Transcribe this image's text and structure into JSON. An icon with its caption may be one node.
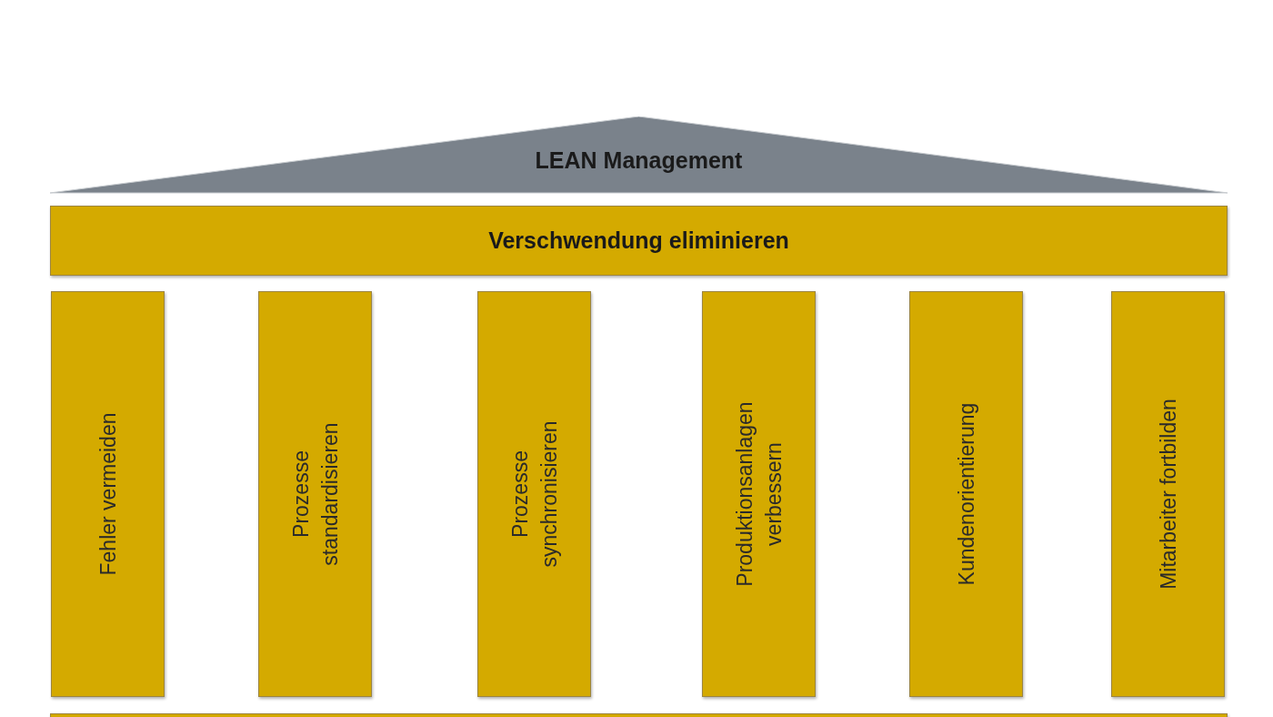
{
  "diagram": {
    "nodes": [
      {
        "text": [
          "LEAN Management"
        ]
      },
      {
        "text": [
          "Verschwendung eliminieren"
        ]
      },
      {
        "text": [
          "Fehler vermeiden"
        ]
      },
      {
        "text": [
          "Prozesse standardisieren"
        ]
      },
      {
        "text": [
          "Prozesse synchronisieren"
        ]
      },
      {
        "text": [
          "Produktionsanlagen verbessern"
        ]
      },
      {
        "text": [
          "Kundenorientierung"
        ]
      },
      {
        "text": [
          "Mitarbeiter fortbilden"
        ]
      },
      {
        "text": [],
        "shape": "bar"
      }
    ]
  }
}
